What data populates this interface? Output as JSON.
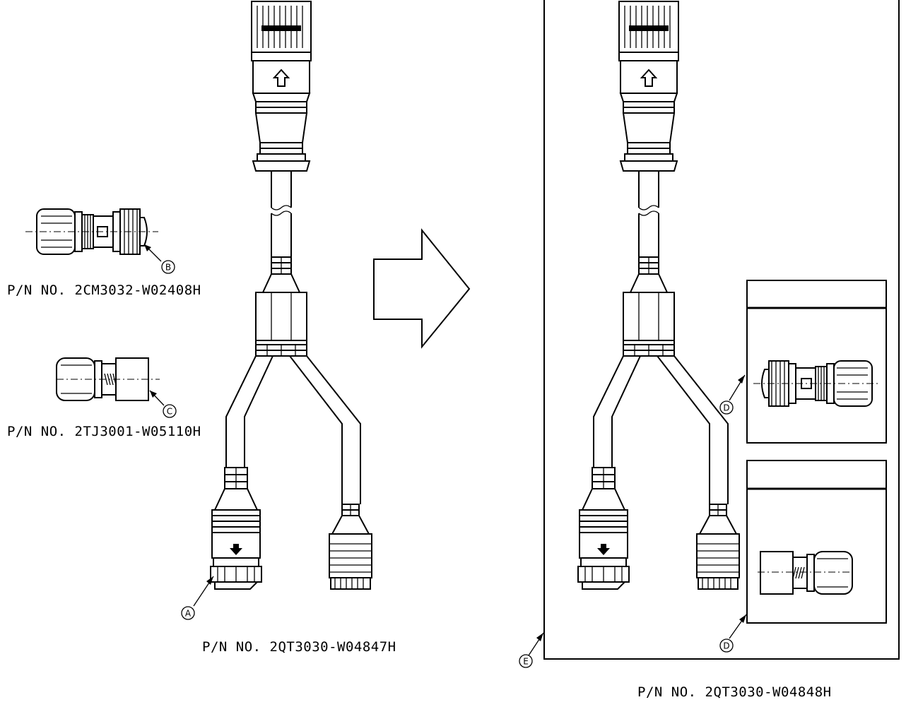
{
  "part_numbers": {
    "b": "P/N NO. 2CM3032-W02408H",
    "c": "P/N NO. 2TJ3001-W05110H",
    "original": "P/N NO. 2QT3030-W04847H",
    "replacement": "P/N NO. 2QT3030-W04848H"
  },
  "callouts": {
    "a": "A",
    "b": "B",
    "c": "C",
    "d": "D",
    "e": "E"
  },
  "colors": {
    "line": "#000000",
    "background": "#ffffff"
  }
}
